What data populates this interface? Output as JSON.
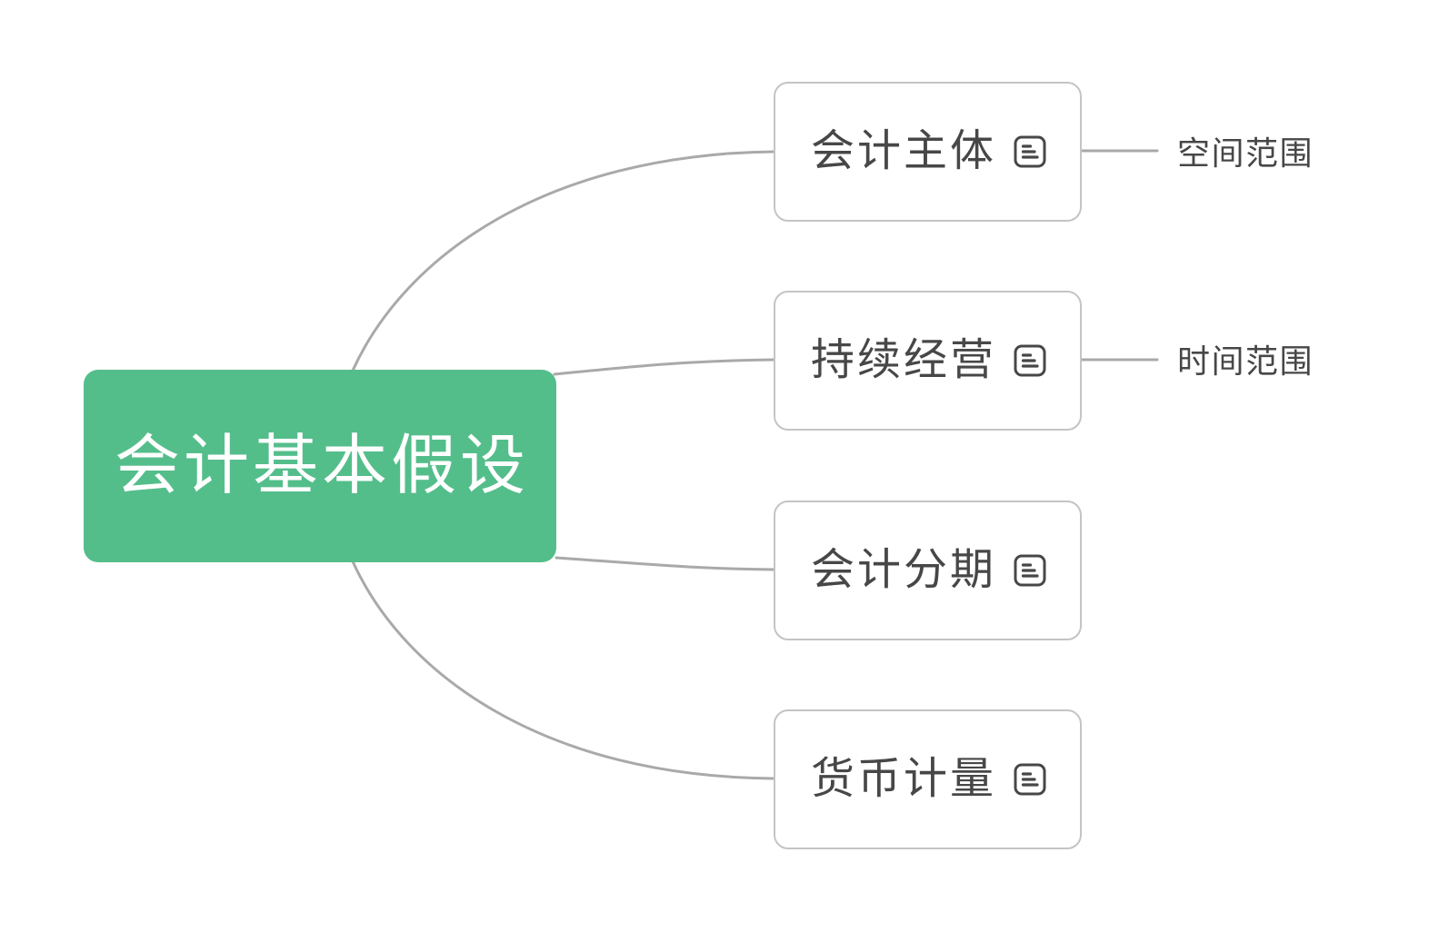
{
  "diagram": {
    "type": "mind-map",
    "direction": "right"
  },
  "root": {
    "label": "会计基本假设"
  },
  "branches": [
    {
      "label": "会计主体",
      "note_icon": "note-icon",
      "callout": "空间范围"
    },
    {
      "label": "持续经营",
      "note_icon": "note-icon",
      "callout": "时间范围"
    },
    {
      "label": "会计分期",
      "note_icon": "note-icon"
    },
    {
      "label": "货币计量",
      "note_icon": "note-icon"
    }
  ],
  "colors": {
    "accent-green": "#54BE8B",
    "node-border": "#C4C4C4",
    "connector": "#A9A9A9",
    "text-dark": "#474747",
    "root-text": "#FFFFFF",
    "background": "#FFFFFF"
  }
}
